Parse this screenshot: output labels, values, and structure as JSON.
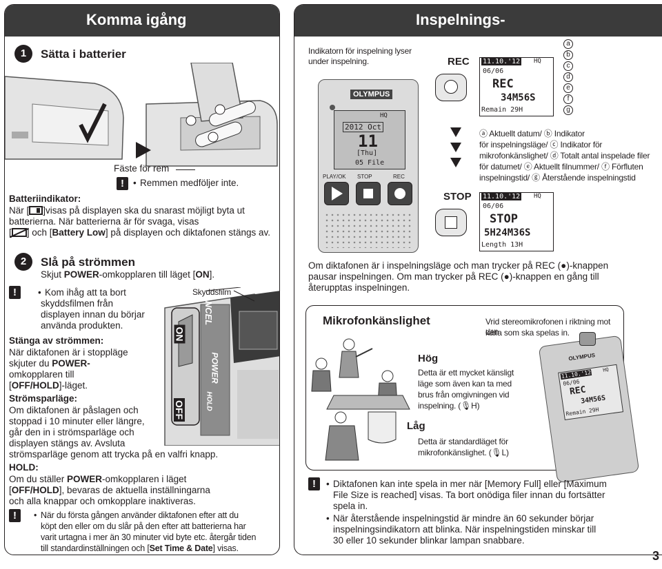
{
  "left": {
    "header_title": "Komma igång",
    "step1": {
      "num": "1",
      "title": "Sätta i batterier"
    },
    "strap": {
      "label": "Fäste för rem",
      "note": "Remmen medföljer inte."
    },
    "battery": {
      "title": "Batteriindikator:",
      "line1_pre": "När [",
      "line1_post": "]visas på displayen ska du snarast möjligt byta ut",
      "line2": "batterierna. När batterierna är för svaga, visas",
      "line3_pre": "[",
      "line3_mid": "] och [",
      "line3_bold": "Battery Low",
      "line3_post": "] på displayen och diktafonen stängs av."
    },
    "step2": {
      "num": "2",
      "title": "Slå på strömmen",
      "instr_pre": "Skjut ",
      "instr_bold": "POWER",
      "instr_mid": "-omkopplaren till läget [",
      "instr_bold2": "ON",
      "instr_post": "].",
      "film_label": "Skyddsfilm",
      "warn_lines": [
        "Kom ihåg att ta bort",
        "skyddsfilmen från",
        "displayen innan du börjar",
        "använda produkten."
      ],
      "off_title": "Stänga av strömmen:",
      "off_lines": [
        "När diktafonen är i stoppläge",
        "skjuter du ",
        "omkopplaren till",
        "[",
        "]-läget."
      ],
      "off_bold_power": "POWER",
      "off_bold_dash": "-",
      "off_bold_offhold": "OFF/HOLD",
      "save_title": "Strömsparläge:",
      "save_lines": [
        "Om diktafonen är påslagen och",
        "stoppad i 10 minuter eller längre,",
        "går den in i strömsparläge och",
        "displayen stängs av. Avsluta",
        "strömsparläge genom att trycka på en valfri knapp."
      ],
      "hold_title": "HOLD:",
      "hold_line1_pre": "Om du ställer ",
      "hold_line1_bold": "POWER",
      "hold_line1_post": "-omkopplaren i läget",
      "hold_line2_pre": "[",
      "hold_line2_bold": "OFF/HOLD",
      "hold_line2_post": "], bevaras de aktuella inställningarna",
      "hold_line3": "och alla knappar och omkopplare inaktiveras.",
      "note_lines": [
        "När du första gången använder diktafonen efter att du",
        "köpt den eller om du slår på den efter att batterierna har",
        "varit urtagna i mer än 30 minuter vid byte etc. återgår tiden",
        "till standardinställningen och ["
      ],
      "note_bold": "Set Time & Date",
      "note_end": "] visas.",
      "switch_on": "ON",
      "switch_off": "OFF",
      "switch_power": "POWER",
      "switch_hold": "HOLD",
      "switch_cancel": "NCEL"
    }
  },
  "right": {
    "header_title": "Inspelnings-",
    "indicator_lines": [
      "Indikatorn för inspelning lyser",
      "under inspelning."
    ],
    "rec_label": "REC",
    "stop_label": "STOP",
    "brand": "OLYMPUS",
    "device_screen": {
      "date": "2012 Oct",
      "day": "11",
      "weekday": "[Thu]",
      "file": "05 File",
      "hq": "HQ",
      "btn_play": "PLAY/OK",
      "btn_stop": "STOP",
      "btn_rec": "REC"
    },
    "lcd_rec": {
      "date": "11.10.'12",
      "mode": "HQ",
      "file": "06/06",
      "state": "REC",
      "time": "34M56S",
      "remain": "Remain 29H"
    },
    "lcd_stop": {
      "date": "11.10.'12",
      "mode": "HQ",
      "file": "06/06",
      "state": "STOP",
      "time": "5H24M36S",
      "length": "Length 13H"
    },
    "letters": [
      "a",
      "b",
      "c",
      "d",
      "e",
      "f",
      "g"
    ],
    "legend_lines": [
      "ⓐ Aktuellt datum/ ⓑ Indikator",
      "för inspelningsläge/ ⓒ Indikator för",
      "mikrofonkänslighet/ ⓓ Totalt antal inspelade filer",
      "för datumet/ ⓔ Aktuellt filnummer/ ⓕ Förfluten",
      "inspelningstid/ ⓖ Återstående inspelningstid"
    ],
    "pause_lines": [
      "Om diktafonen är i inspelningsläge och man trycker på REC (●)-knappen",
      "pausar inspelningen. Om man trycker på REC (●)-knappen en gång till",
      "återupptas inspelningen."
    ],
    "mic": {
      "title": "Mikrofonkänslighet",
      "note_lines": [
        "Vrid stereomikrofonen i riktning mot den",
        "källa som ska spelas in."
      ],
      "high_title": "Hög",
      "high_lines": [
        "Detta är ett mycket känsligt",
        "läge som även kan ta med",
        "brus från omgivningen vid",
        "inspelning. (🎙H)"
      ],
      "low_title": "Låg",
      "low_lines": [
        "Detta är standardläget för",
        "mikrofonkänslighet. (🎙L)"
      ],
      "lcd": {
        "date": "11.10.'12",
        "mode": "HQ",
        "file": "06/06",
        "state": "REC",
        "time": "34M56S",
        "remain": "Remain 29H"
      }
    },
    "warn_lines": [
      "Diktafonen kan inte spela in mer när [Memory Full] eller [Maximum",
      "File Size is reached] visas. Ta bort onödiga filer innan du fortsätter",
      "spela in.",
      "När återstående inspelningstid är mindre än 60 sekunder börjar",
      "inspelningsindikatorn att blinka. När inspelningstiden minskar till",
      "30 eller 10 sekunder blinkar lampan snabbare."
    ]
  },
  "page_number": "3"
}
